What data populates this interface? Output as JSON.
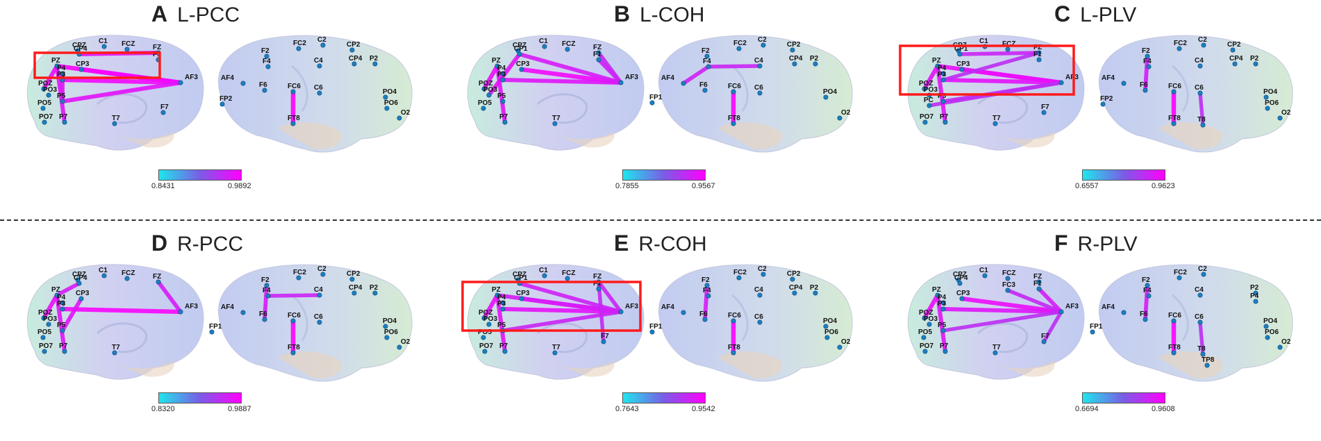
{
  "panels": [
    {
      "letter": "A",
      "name": "L-PCC",
      "cb_min": "0.8431",
      "cb_max": "0.9892",
      "highlight": true,
      "left": [
        "CPZ",
        "CP4",
        "C1",
        "FCZ",
        "FZ",
        "F1",
        "PZ",
        "CP3",
        "P4",
        "POZ",
        "PO3",
        "P3",
        "AF3",
        "P5",
        "PO5",
        "PO7",
        "P7",
        "T7",
        "F7"
      ],
      "right": [
        "FC2",
        "C2",
        "F2",
        "CP2",
        "F4",
        "C4",
        "CP4",
        "P2",
        "AF4",
        "F6",
        "FC6",
        "C6",
        "FP2",
        "PO4",
        "PO6",
        "FT8",
        "O2"
      ],
      "edges_l": [
        [
          "PZ",
          "AF3",
          0.98
        ],
        [
          "CP3",
          "AF3",
          0.97
        ],
        [
          "P3",
          "AF3",
          0.95
        ],
        [
          "P5",
          "AF3",
          0.9
        ],
        [
          "CP4",
          "FZ",
          0.9
        ],
        [
          "PZ",
          "P7",
          0.9
        ],
        [
          "POZ",
          "PZ",
          0.92
        ],
        [
          "P4",
          "P5",
          0.88
        ]
      ],
      "edges_r": [
        [
          "FC6",
          "FT8",
          0.99
        ]
      ]
    },
    {
      "letter": "B",
      "name": "L-COH",
      "cb_min": "0.7855",
      "cb_max": "0.9567",
      "highlight": false,
      "left": [
        "CPZ",
        "CP1",
        "C1",
        "FCZ",
        "FZ",
        "F1",
        "PZ",
        "CP3",
        "P4",
        "POZ",
        "PO3",
        "P3",
        "AF3",
        "P5",
        "PO5",
        "FP1",
        "P7",
        "T7"
      ],
      "right": [
        "FC2",
        "C2",
        "F2",
        "CP2",
        "F4",
        "C4",
        "CP4",
        "P2",
        "AF4",
        "F6",
        "FC6",
        "C6",
        "PO4",
        "FT8",
        "O2"
      ],
      "edges_l": [
        [
          "CP3",
          "AF3",
          0.95
        ],
        [
          "P3",
          "AF3",
          0.88
        ],
        [
          "CP1",
          "AF3",
          0.85
        ],
        [
          "F1",
          "AF3",
          0.82
        ],
        [
          "FZ",
          "AF3",
          0.8
        ],
        [
          "PZ",
          "P7",
          0.9
        ],
        [
          "POZ",
          "PZ",
          0.92
        ],
        [
          "CP1",
          "PO3",
          0.9
        ]
      ],
      "edges_r": [
        [
          "FC6",
          "FT8",
          0.99
        ],
        [
          "F4",
          "AF4",
          0.82
        ],
        [
          "F4",
          "C4",
          0.8
        ]
      ]
    },
    {
      "letter": "C",
      "name": "L-PLV",
      "cb_min": "0.6557",
      "cb_max": "0.9623",
      "highlight": true,
      "left": [
        "CPZ",
        "CP1",
        "C1",
        "FCZ",
        "FZ",
        "F1",
        "PZ",
        "CP3",
        "P4",
        "POZ",
        "PO3",
        "P3",
        "AF3",
        "P5",
        "PC",
        "PO7",
        "P7",
        "T7",
        "F7"
      ],
      "right": [
        "FC2",
        "C2",
        "F2",
        "CP2",
        "F4",
        "C4",
        "CP4",
        "P2",
        "AF4",
        "F6",
        "FC6",
        "C6",
        "FP2",
        "PO4",
        "PO6",
        "FT8",
        "T8",
        "O2"
      ],
      "edges_l": [
        [
          "CP3",
          "AF3",
          0.95
        ],
        [
          "P3",
          "AF3",
          0.9
        ],
        [
          "PZ",
          "AF3",
          0.92
        ],
        [
          "P5",
          "AF3",
          0.78
        ],
        [
          "PC",
          "AF3",
          0.75
        ],
        [
          "CP1",
          "FZ",
          0.8
        ],
        [
          "FZ",
          "P3",
          0.75
        ],
        [
          "PZ",
          "P7",
          0.9
        ],
        [
          "POZ",
          "PZ",
          0.9
        ]
      ],
      "edges_r": [
        [
          "FC6",
          "FT8",
          0.99
        ],
        [
          "F2",
          "F6",
          0.85
        ],
        [
          "C6",
          "T8",
          0.75
        ]
      ]
    },
    {
      "letter": "D",
      "name": "R-PCC",
      "cb_min": "0.8320",
      "cb_max": "0.9887",
      "highlight": false,
      "left": [
        "CPZ",
        "CP4",
        "C1",
        "FCZ",
        "FZ",
        "PZ",
        "CP3",
        "P4",
        "POZ",
        "PO3",
        "P3",
        "AF3",
        "P5",
        "FP1",
        "PO5",
        "PO7",
        "P7",
        "T7"
      ],
      "right": [
        "FC2",
        "C2",
        "F2",
        "CP2",
        "F4",
        "C4",
        "CP4",
        "P2",
        "AF4",
        "F6",
        "FC6",
        "C6",
        "PO4",
        "PO6",
        "FT8",
        "O2"
      ],
      "edges_l": [
        [
          "P3",
          "AF3",
          0.97
        ],
        [
          "FZ",
          "AF3",
          0.85
        ],
        [
          "PZ",
          "P7",
          0.9
        ],
        [
          "POZ",
          "PZ",
          0.92
        ],
        [
          "CP3",
          "P5",
          0.88
        ],
        [
          "PZ",
          "CP4",
          0.85
        ]
      ],
      "edges_r": [
        [
          "FC6",
          "FT8",
          0.99
        ],
        [
          "F2",
          "F6",
          0.85
        ],
        [
          "F4",
          "C4",
          0.8
        ]
      ]
    },
    {
      "letter": "E",
      "name": "R-COH",
      "cb_min": "0.7643",
      "cb_max": "0.9542",
      "highlight": true,
      "left": [
        "CPZ",
        "CP1",
        "C1",
        "FCZ",
        "FZ",
        "F1",
        "PZ",
        "CP3",
        "P4",
        "POZ",
        "PO3",
        "P3",
        "AF3",
        "P5",
        "PO5",
        "FP1",
        "PO7",
        "P7",
        "T7",
        "F7"
      ],
      "right": [
        "FC2",
        "C2",
        "F2",
        "CP2",
        "F4",
        "C4",
        "CP4",
        "P2",
        "AF4",
        "F6",
        "FC6",
        "C6",
        "PO4",
        "PO6",
        "FT8",
        "O2"
      ],
      "edges_l": [
        [
          "CP3",
          "AF3",
          0.93
        ],
        [
          "P3",
          "AF3",
          0.9
        ],
        [
          "PZ",
          "AF3",
          0.85
        ],
        [
          "P5",
          "AF3",
          0.8
        ],
        [
          "CP1",
          "AF3",
          0.82
        ],
        [
          "FZ",
          "AF3",
          0.8
        ],
        [
          "PZ",
          "P7",
          0.9
        ],
        [
          "POZ",
          "PZ",
          0.92
        ],
        [
          "FZ",
          "F7",
          0.78
        ]
      ],
      "edges_r": [
        [
          "FC6",
          "FT8",
          0.99
        ],
        [
          "F2",
          "F6",
          0.85
        ]
      ]
    },
    {
      "letter": "F",
      "name": "R-PLV",
      "cb_min": "0.6694",
      "cb_max": "0.9608",
      "highlight": false,
      "left": [
        "CPZ",
        "CP4",
        "C1",
        "FCZ",
        "FC3",
        "FZ",
        "F1",
        "PZ",
        "CP3",
        "P4",
        "POZ",
        "PO3",
        "P3",
        "AF3",
        "P5",
        "PO5",
        "FP1",
        "PO7",
        "P7",
        "T7",
        "F7"
      ],
      "right": [
        "FC2",
        "C2",
        "F2",
        "C4",
        "F4",
        "P2",
        "P4",
        "AF4",
        "F6",
        "FC6",
        "C6",
        "PO4",
        "PO6",
        "FT8",
        "T8",
        "TP8",
        "O2"
      ],
      "edges_l": [
        [
          "CP3",
          "AF3",
          0.93
        ],
        [
          "P3",
          "AF3",
          0.88
        ],
        [
          "FC3",
          "AF3",
          0.78
        ],
        [
          "F1",
          "AF3",
          0.85
        ],
        [
          "P5",
          "AF3",
          0.75
        ],
        [
          "AF3",
          "F7",
          0.75
        ],
        [
          "PZ",
          "P7",
          0.9
        ],
        [
          "POZ",
          "PZ",
          0.92
        ]
      ],
      "edges_r": [
        [
          "FC6",
          "FT8",
          0.99
        ],
        [
          "F2",
          "F6",
          0.85
        ],
        [
          "C6",
          "T8",
          0.75
        ]
      ]
    }
  ]
}
